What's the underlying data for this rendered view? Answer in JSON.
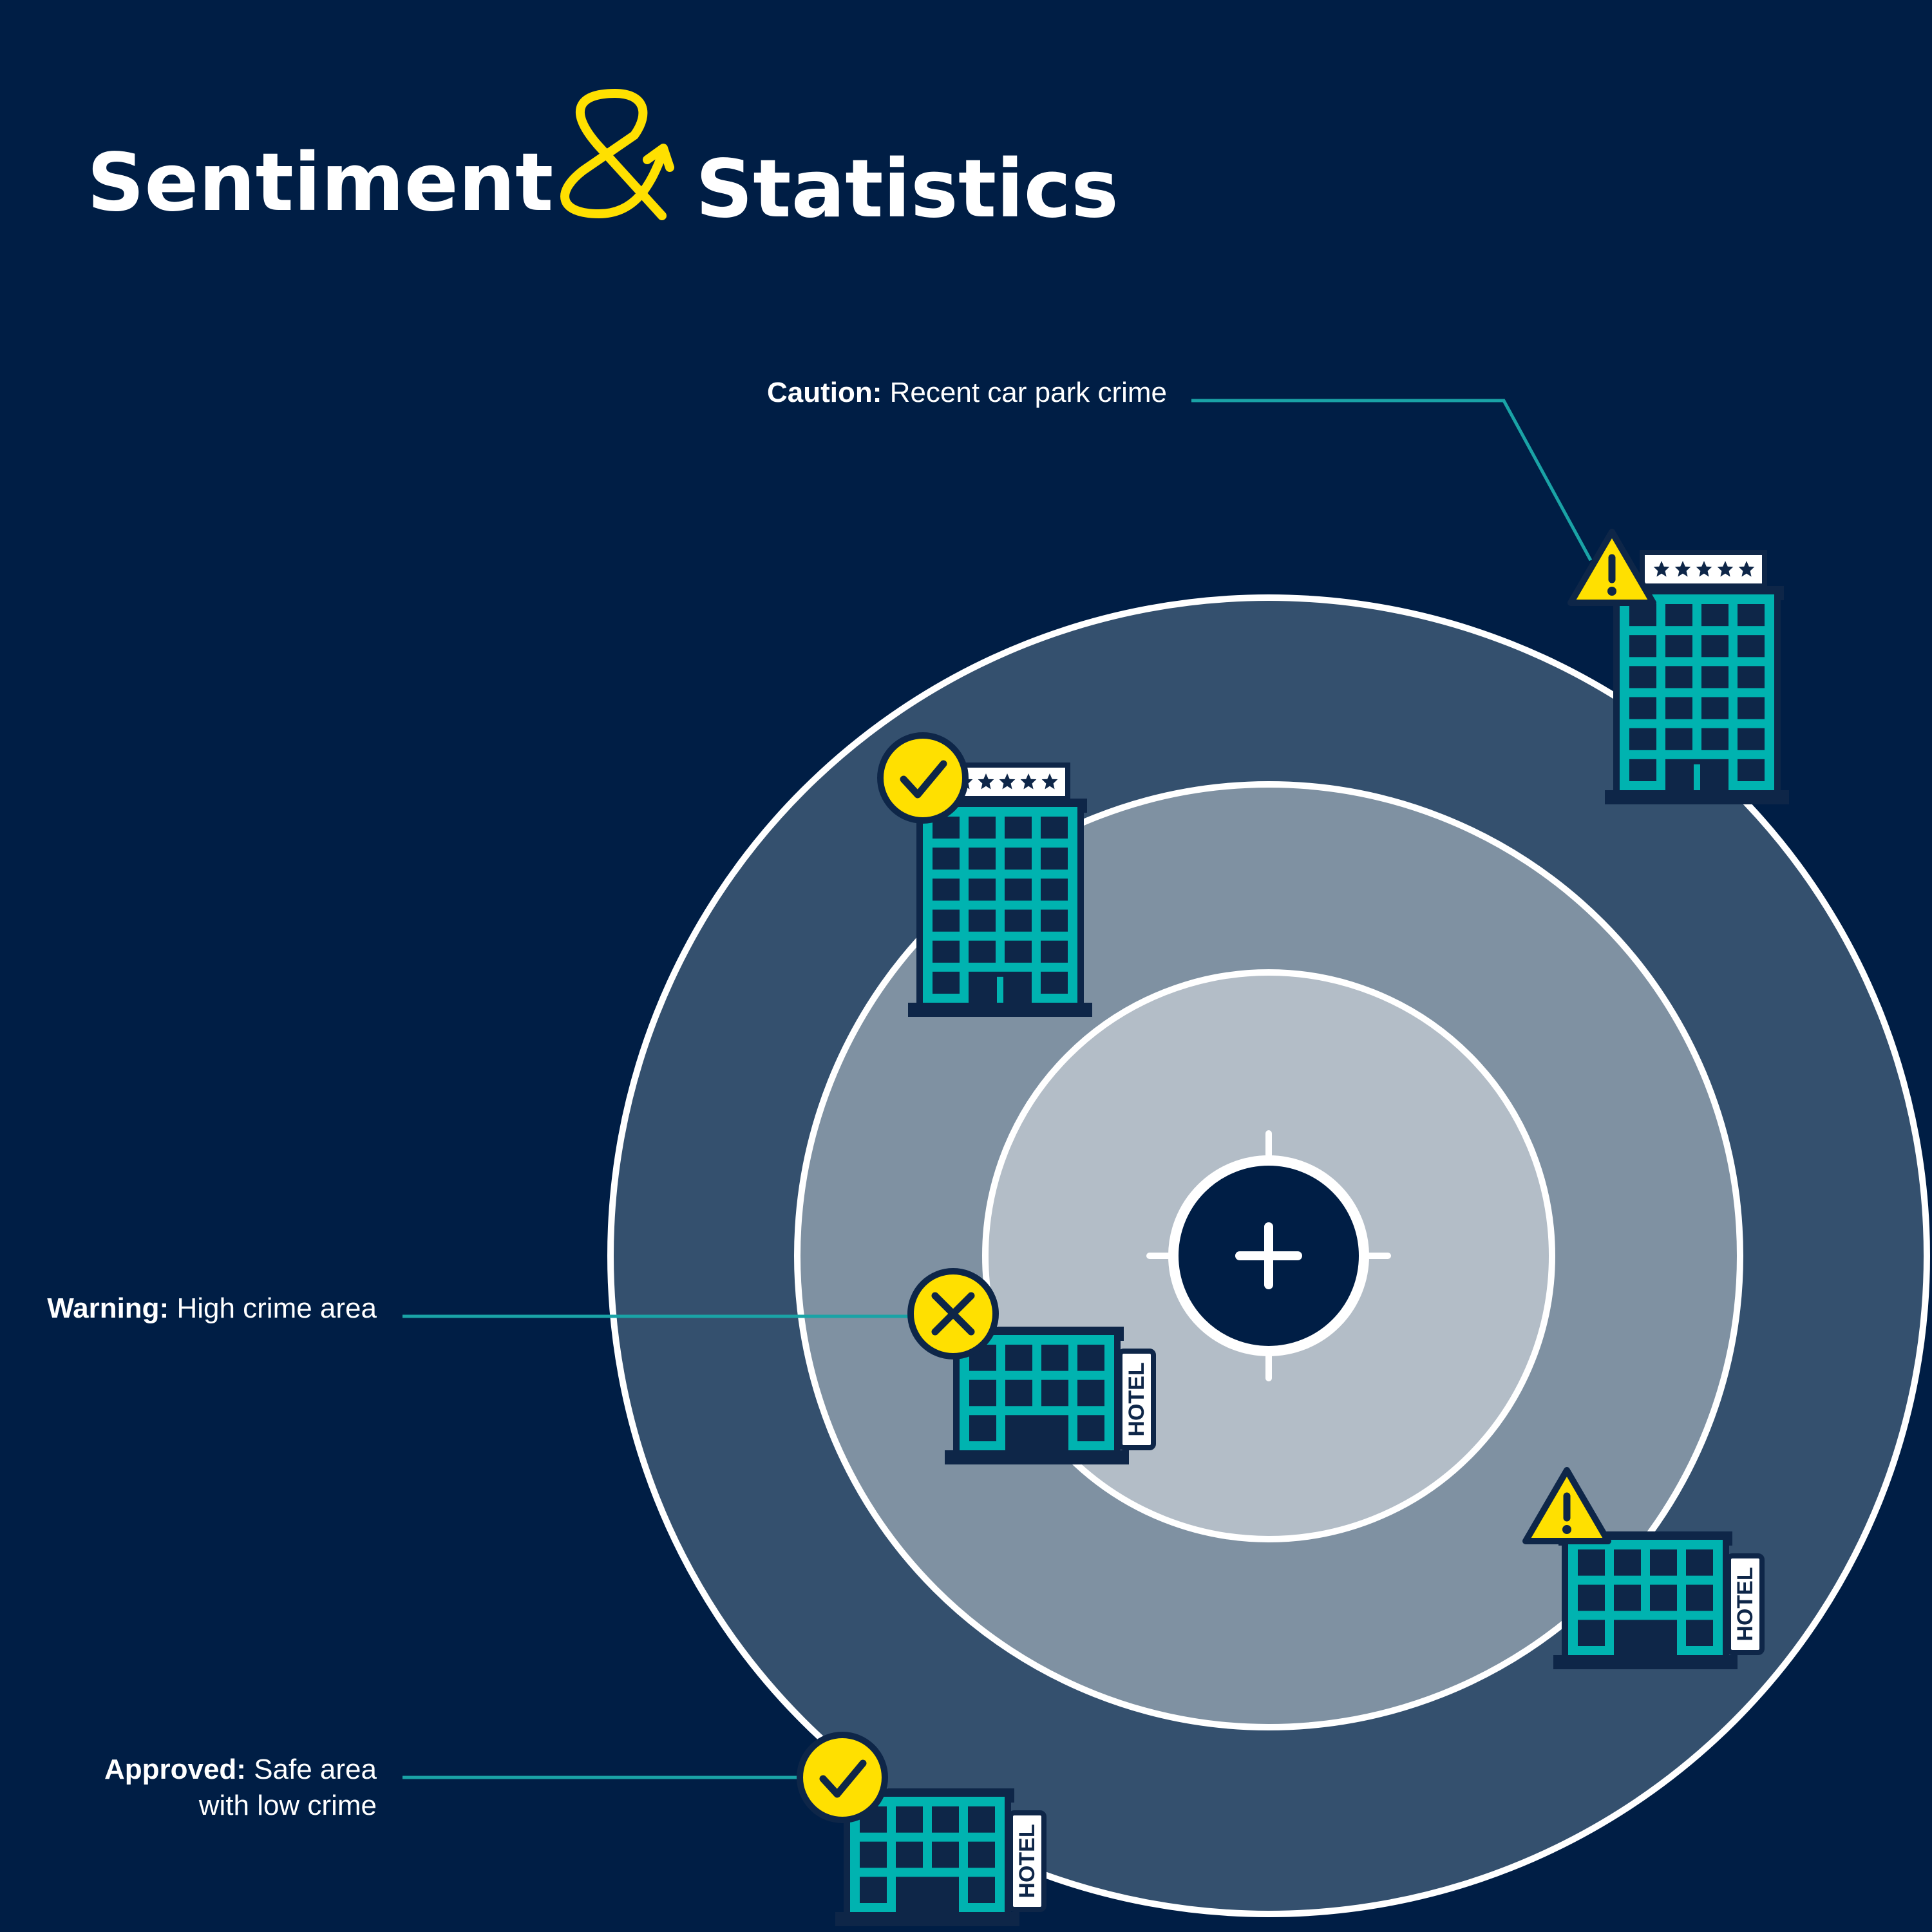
{
  "title": {
    "part1": "Sentiment",
    "ampersand": "&",
    "part2": "Statistics"
  },
  "colors": {
    "background": "#001e45",
    "ring_outer": "#34506e",
    "ring_middle": "#7f91a2",
    "ring_inner": "#b3bdc7",
    "accent_yellow": "#ffe000",
    "building_teal": "#00b3b0",
    "leader_line": "#1aa3a6"
  },
  "callouts": {
    "caution": {
      "label": "Caution:",
      "text": "Recent car park crime"
    },
    "warning": {
      "label": "Warning:",
      "text": "High crime area"
    },
    "approved": {
      "label": "Approved:",
      "text_line1": "Safe area",
      "text_line2": "with low crime"
    }
  },
  "hotel_sign": "HOTEL",
  "buildings": [
    {
      "id": "tower-1",
      "status": "warning-icon",
      "sign": "stars",
      "stars": 5
    },
    {
      "id": "tower-2",
      "status": "check-icon",
      "sign": "stars",
      "stars": 5
    },
    {
      "id": "hotel-1",
      "status": "cross-icon",
      "sign": "hotel"
    },
    {
      "id": "hotel-2",
      "status": "warning-icon",
      "sign": "hotel"
    },
    {
      "id": "hotel-3",
      "status": "check-icon",
      "sign": "hotel"
    }
  ]
}
